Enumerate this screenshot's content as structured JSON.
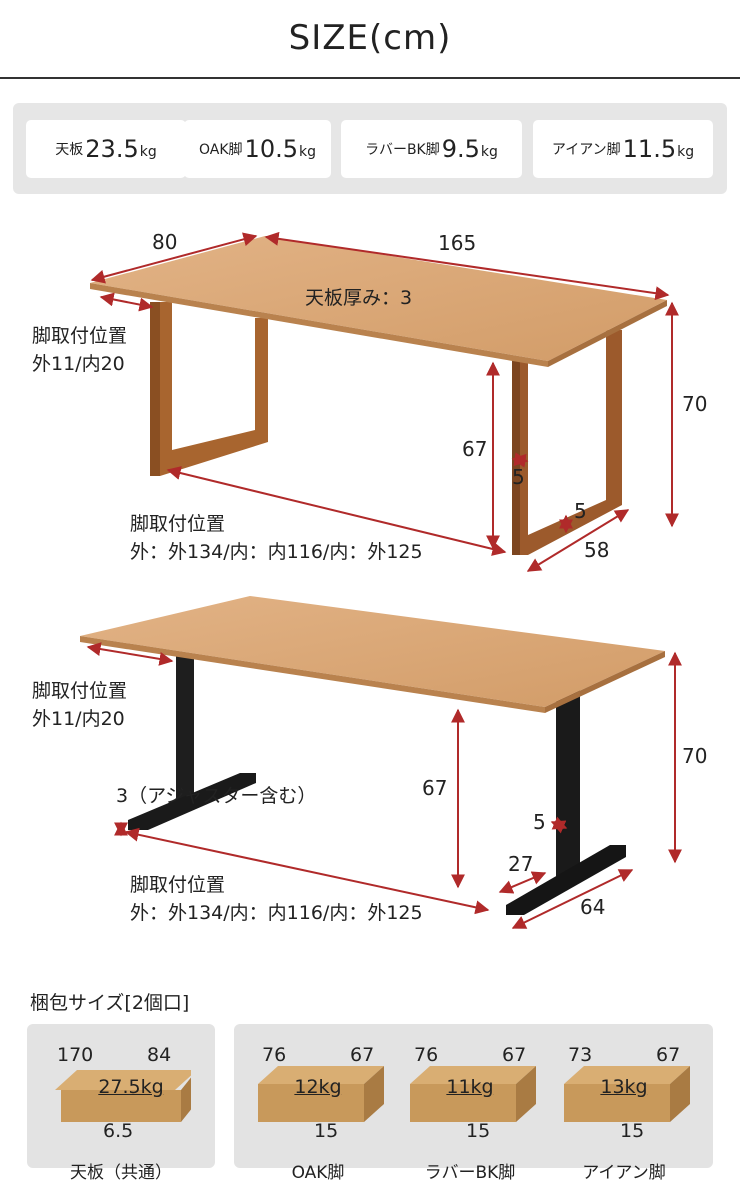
{
  "title": "SIZE(cm)",
  "weights": [
    {
      "label": "天板",
      "value": "23.5",
      "unit": "kg"
    },
    {
      "label": "OAK脚",
      "value": "10.5",
      "unit": "kg"
    },
    {
      "label": "ラバーBK脚",
      "value": "9.5",
      "unit": "kg"
    },
    {
      "label": "アイアン脚",
      "value": "11.5",
      "unit": "kg"
    }
  ],
  "diagram1": {
    "width": "165",
    "depth": "80",
    "top_thickness": "天板厚み：3",
    "leg_pos_label": "脚取付位置",
    "leg_pos_value": "外11/内20",
    "height_total": "70",
    "height_under": "67",
    "leg_width": "5",
    "leg_thick": "5",
    "leg_depth": "58",
    "span_label": "脚取付位置",
    "span_value": "外：外134/内：内116/内：外125"
  },
  "diagram2": {
    "leg_pos_label": "脚取付位置",
    "leg_pos_value": "外11/内20",
    "adjuster": "3（アジャスター含む）",
    "height_under": "67",
    "height_total": "70",
    "leg_width": "5",
    "foot_inner": "27",
    "foot_depth": "64",
    "span_label": "脚取付位置",
    "span_value": "外：外134/内：内116/内：外125"
  },
  "packing": {
    "heading": "梱包サイズ[2個口]",
    "items": [
      {
        "w": "170",
        "d": "84",
        "h": "6.5",
        "weight": "27.5kg",
        "name": "天板（共通）"
      },
      {
        "w": "76",
        "d": "67",
        "h": "15",
        "weight": "12kg",
        "name": "OAK脚"
      },
      {
        "w": "76",
        "d": "67",
        "h": "15",
        "weight": "11kg",
        "name": "ラバーBK脚"
      },
      {
        "w": "73",
        "d": "67",
        "h": "15",
        "weight": "13kg",
        "name": "アイアン脚"
      }
    ]
  },
  "colors": {
    "dimension": "#b02a2a",
    "oak": "#d9a877",
    "leg_oak": "#9c5a2c",
    "leg_black": "#1c1c1c",
    "box": "#c8995b"
  }
}
